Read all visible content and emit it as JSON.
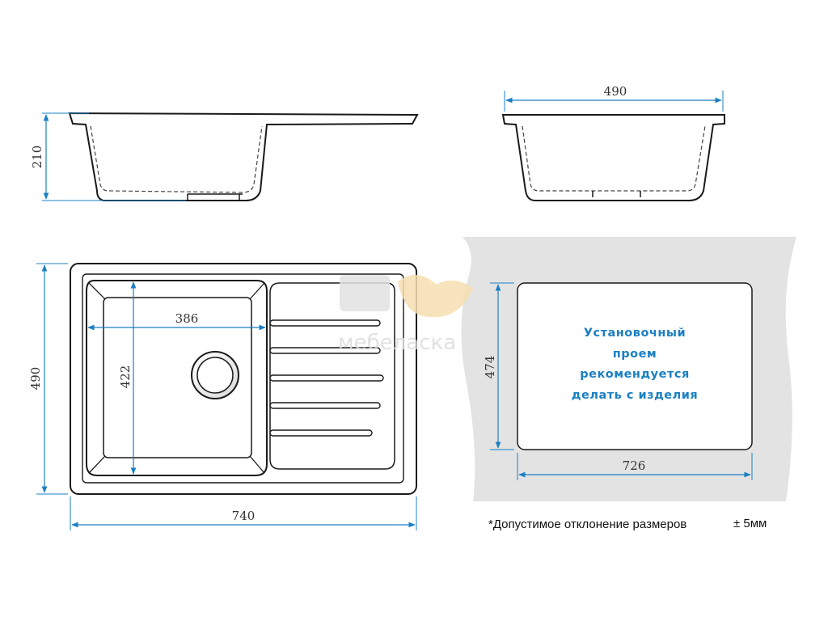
{
  "side_view": {
    "height_label": "210"
  },
  "front_view": {
    "width_label": "490"
  },
  "top_view": {
    "width_label": "740",
    "depth_label": "490",
    "bowl_width_label": "386",
    "bowl_depth_label": "422"
  },
  "cutout": {
    "width_label": "726",
    "depth_label": "474",
    "text_lines": [
      "Установочный",
      "проем",
      "рекомендуется",
      "делать с изделия"
    ]
  },
  "tolerance_note": {
    "text": "*Допустимое отклонение размеров",
    "value": "± 5мм"
  },
  "watermark": {
    "text": "мебеласка"
  },
  "colors": {
    "dimension": "#1b7fc4",
    "outline": "#1a1a1a",
    "cutout_bg": "#e3e3e3"
  }
}
